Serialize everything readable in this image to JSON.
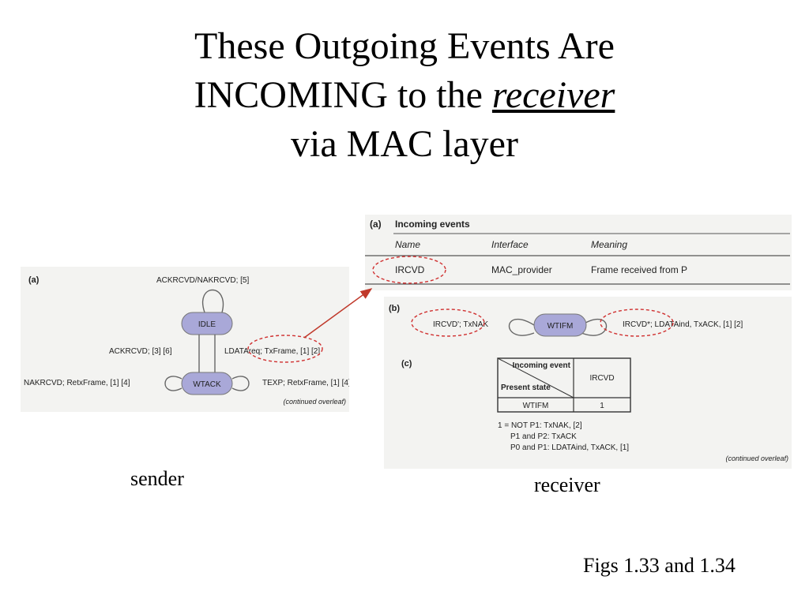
{
  "slide": {
    "title_line1": "These Outgoing Events Are",
    "title_line2_prefix": "INCOMING to the ",
    "title_line2_emphasis": "receiver",
    "title_line3": "via MAC layer",
    "sender_caption": "sender",
    "receiver_caption": "receiver",
    "figs_caption": "Figs 1.33 and 1.34"
  },
  "sender_figure": {
    "label": "(a)",
    "states": [
      "IDLE",
      "WTACK"
    ],
    "transitions": [
      "ACKRCVD/NAKRCVD; [5]",
      "ACKRCVD; [3] [6]",
      "LDATAreq; TxFrame, [1] [2]",
      "NAKRCVD; RetxFrame, [1] [4]",
      "TEXP; RetxFrame, [1] [4]"
    ],
    "footer": "(continued overleaf)"
  },
  "receiver_table": {
    "label": "(a)",
    "heading": "Incoming events",
    "columns": [
      "Name",
      "Interface",
      "Meaning"
    ],
    "row": [
      "IRCVD",
      "MAC_provider",
      "Frame received from P"
    ]
  },
  "receiver_state": {
    "label": "(b)",
    "state": "WTIFM",
    "left_transition": "IRCVD'; TxNAK",
    "right_transition": "IRCVD*; LDATAind, TxACK, [1] [2]"
  },
  "receiver_matrix": {
    "label": "(c)",
    "corner_top": "Incoming event",
    "corner_bottom": "Present state",
    "col_header": "IRCVD",
    "row_header": "WTIFM",
    "cell": "1",
    "notes": [
      "1 = NOT P1: TxNAK, [2]",
      "P1 and P2: TxACK",
      "P0 and P1: LDATAind, TxACK, [1]"
    ],
    "footer": "(continued overleaf)"
  }
}
